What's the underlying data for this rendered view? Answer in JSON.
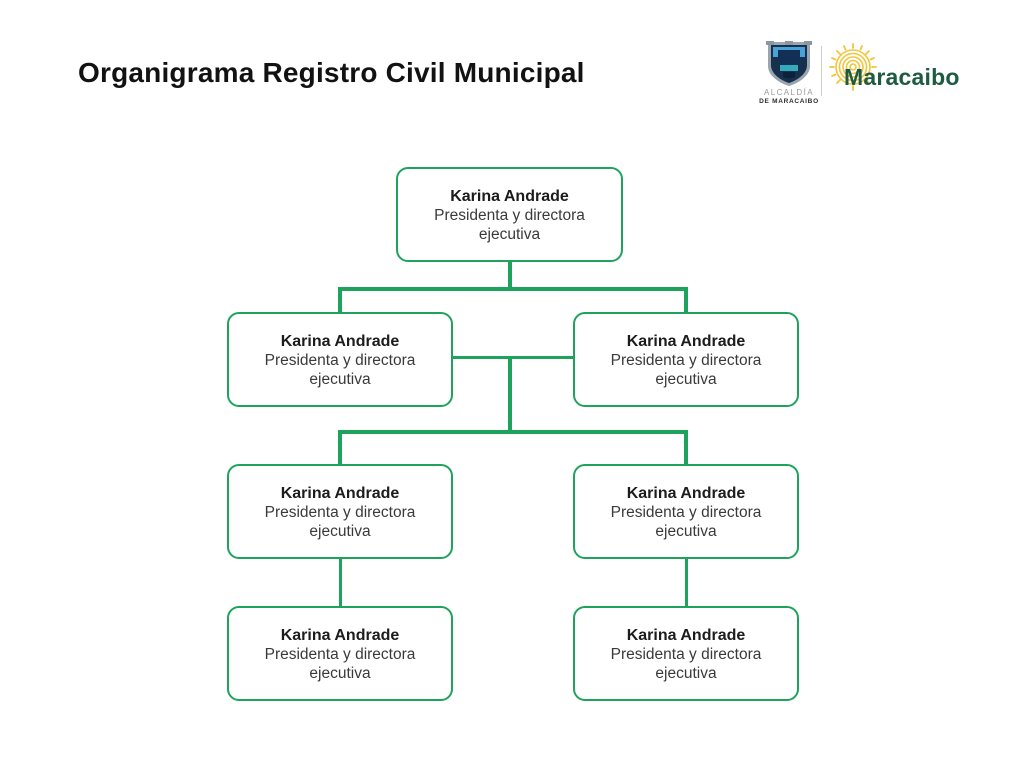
{
  "page": {
    "title": "Organigrama Registro Civil Municipal"
  },
  "header_logos": {
    "alcaldia": {
      "crest_icon": "city-crest-icon",
      "caption_line1": "ALCALDÍA",
      "caption_line2": "DE MARACAIBO"
    },
    "maracaibo": {
      "sun_icon": "sun-icon",
      "wordmark": "Maracaibo"
    }
  },
  "colors": {
    "connector_and_border_green": "#1FA35C",
    "wordmark_green": "#1E5B43",
    "sun_yellow": "#F2C53D",
    "title_text": "#121212",
    "node_name_text": "#1C1C1C",
    "node_role_text": "#3A3A3A",
    "background": "#FFFFFF"
  },
  "org_chart": {
    "nodes": [
      {
        "id": 0,
        "level": 1,
        "side": "center",
        "name": "Karina Andrade",
        "role": "Presidenta y directora ejecutiva"
      },
      {
        "id": 1,
        "level": 2,
        "side": "left",
        "name": "Karina Andrade",
        "role": "Presidenta y directora ejecutiva"
      },
      {
        "id": 2,
        "level": 2,
        "side": "right",
        "name": "Karina Andrade",
        "role": "Presidenta y directora ejecutiva"
      },
      {
        "id": 3,
        "level": 3,
        "side": "left",
        "name": "Karina Andrade",
        "role": "Presidenta y directora ejecutiva"
      },
      {
        "id": 4,
        "level": 3,
        "side": "right",
        "name": "Karina Andrade",
        "role": "Presidenta y directora ejecutiva"
      },
      {
        "id": 5,
        "level": 4,
        "side": "left",
        "name": "Karina Andrade",
        "role": "Presidenta y directora ejecutiva"
      },
      {
        "id": 6,
        "level": 4,
        "side": "right",
        "name": "Karina Andrade",
        "role": "Presidenta y directora ejecutiva"
      }
    ],
    "edges": [
      "node0 -> node1",
      "node0 -> node2",
      "midpoint(node1,node2) -> node3",
      "midpoint(node1,node2) -> node4",
      "node3 -> node5",
      "node4 -> node6"
    ]
  }
}
